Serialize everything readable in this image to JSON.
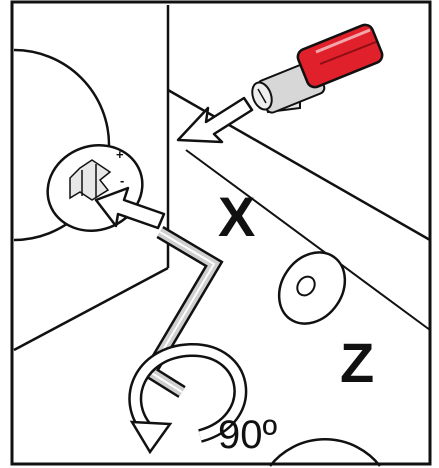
{
  "labels": {
    "x": "X",
    "z": "Z",
    "rotation": "90º",
    "mark_plus": "+",
    "mark_minus": "-"
  },
  "colors": {
    "line": "#111111",
    "screwdriver_handle": "#e0202a",
    "metal": "#c9c9c9",
    "background": "#ffffff"
  },
  "icons": {
    "tool": "allen-key-icon",
    "screwdriver": "screwdriver-icon",
    "rotate": "rotate-arrow-icon",
    "cap": "cover-cap-icon"
  }
}
